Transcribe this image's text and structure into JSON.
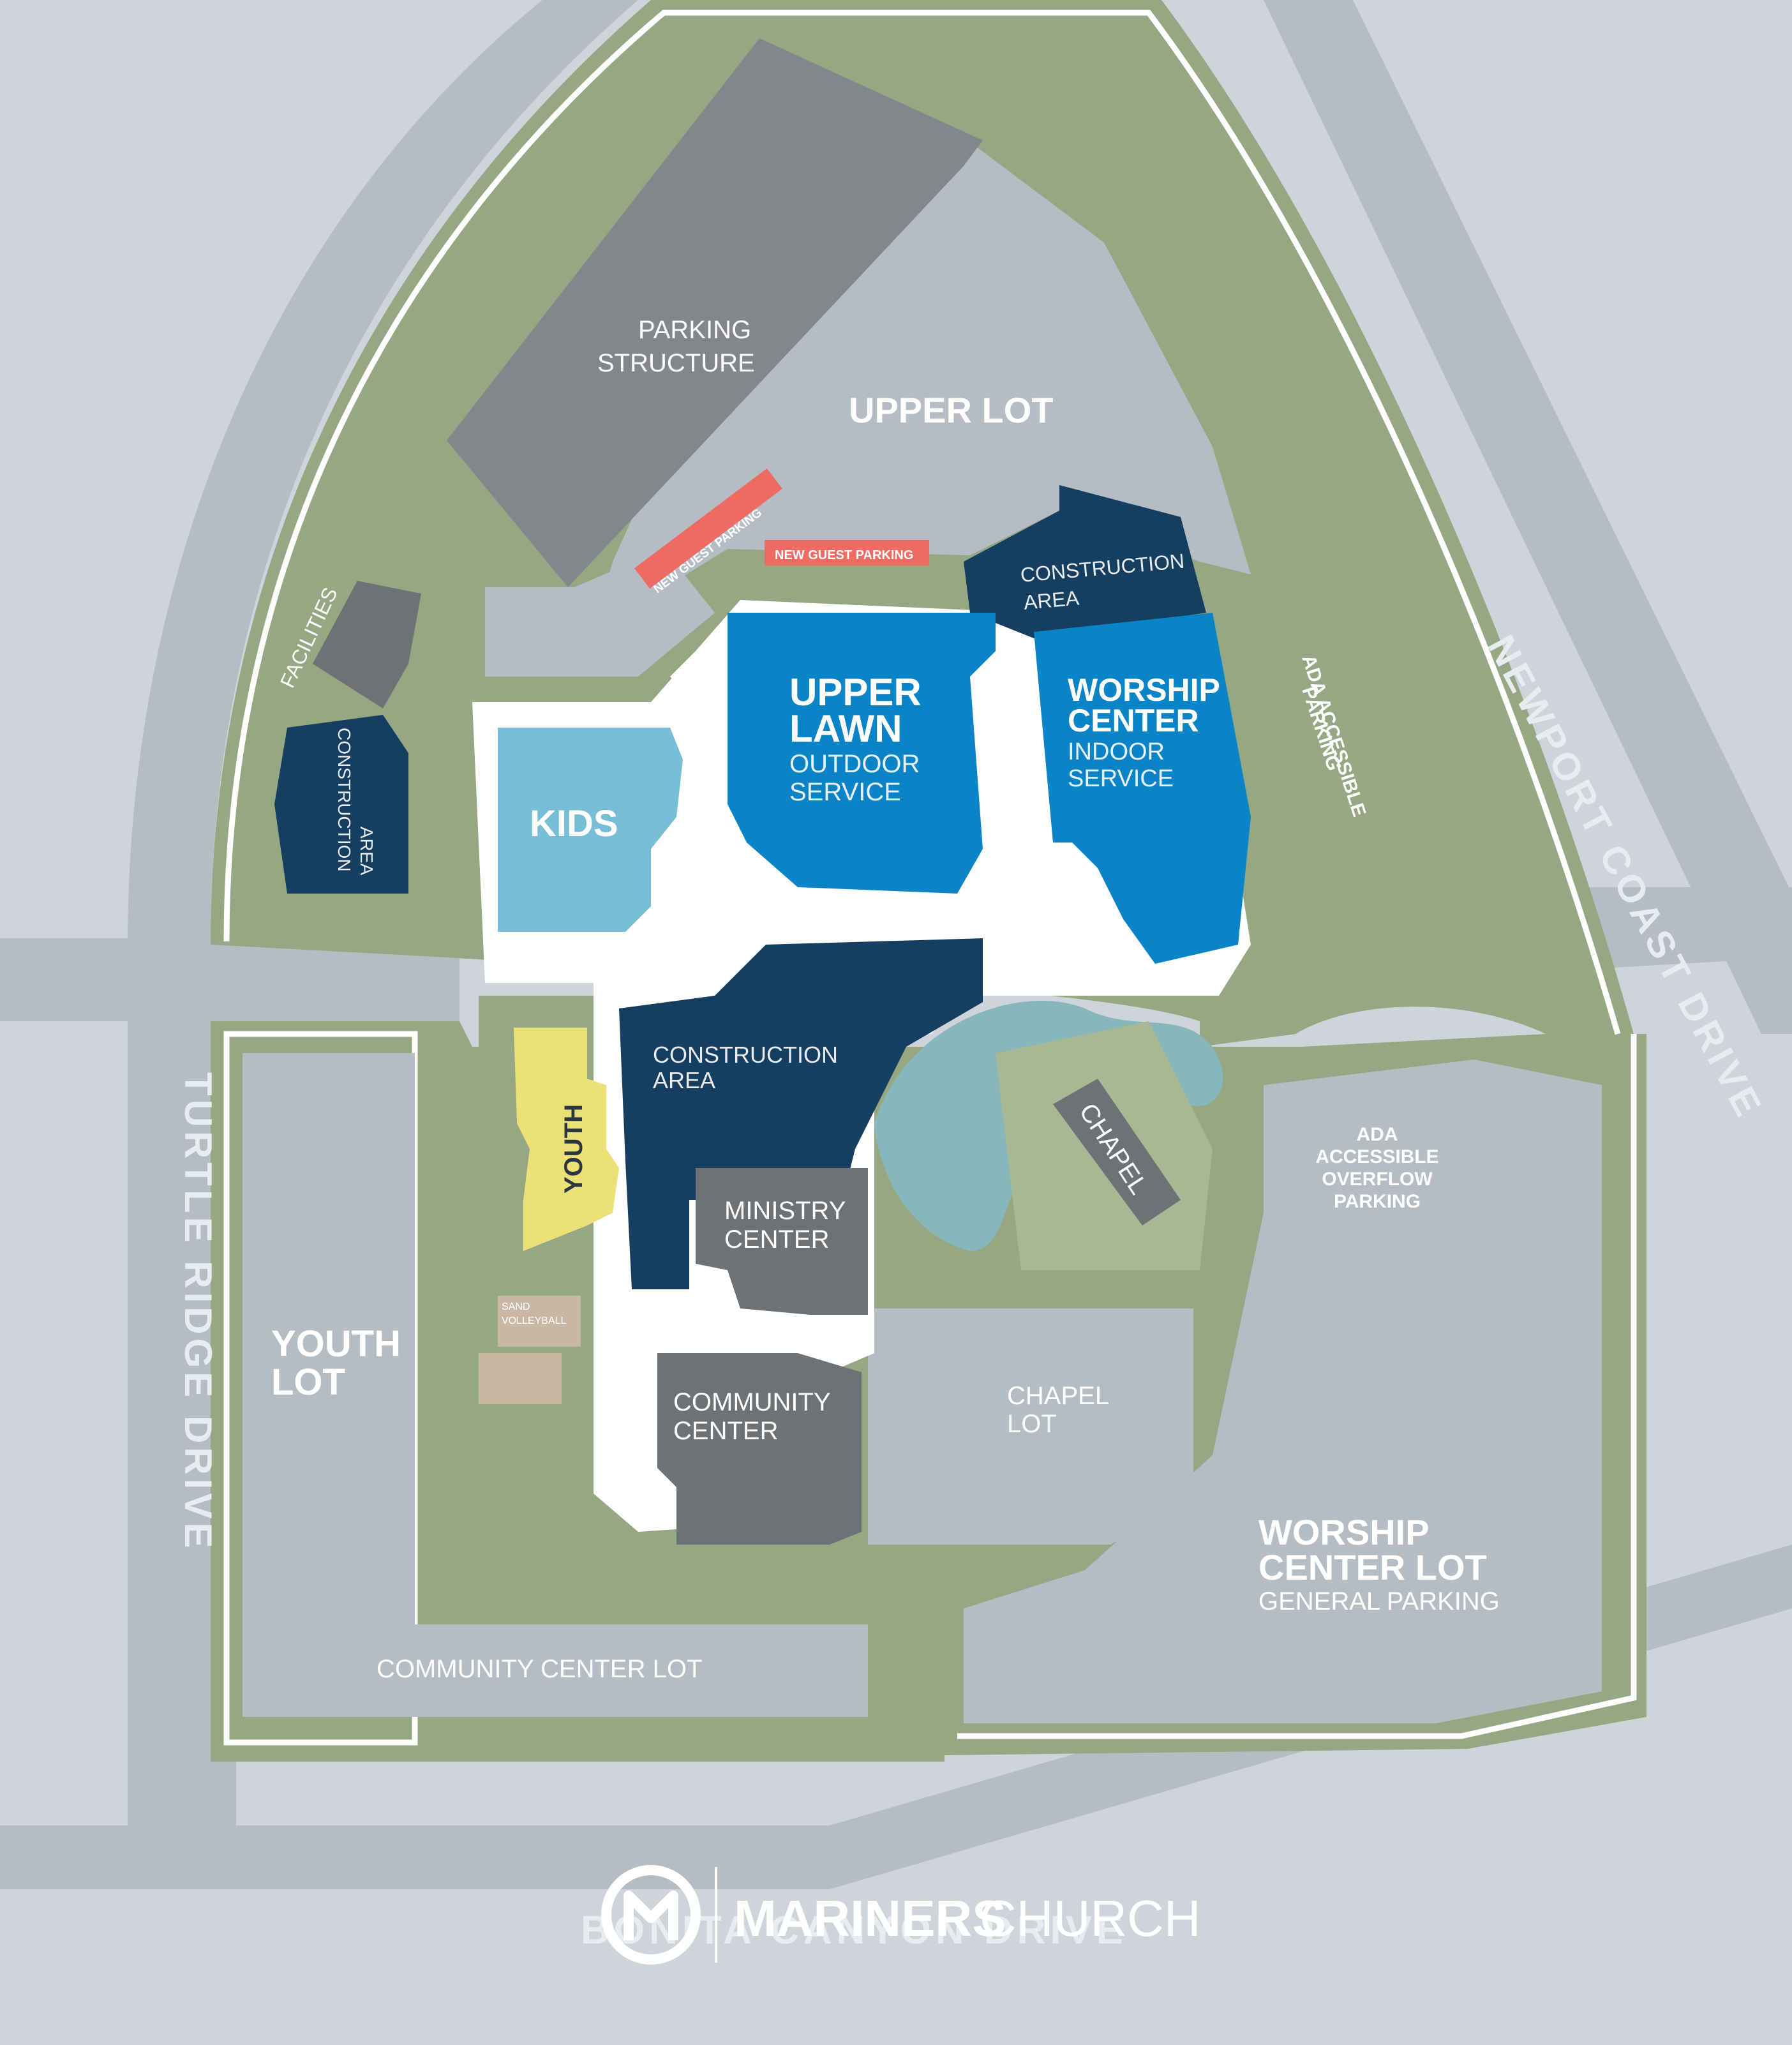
{
  "colors": {
    "background": "#cfd4db",
    "road": "#b6bcc4",
    "green": "#95a783",
    "lot": "#b6bcc4",
    "walkway": "#ffffff",
    "parking_structure": "#83878b",
    "construction": "#163e60",
    "worship_blue": "#0b83c7",
    "kids": "#76bdd6",
    "youth": "#ece177",
    "gray_building": "#6e7275",
    "guest_parking": "#ee6b64",
    "pond": "#87b7bb",
    "sand": "#c8b8a3",
    "road_label": "#e8ebef"
  },
  "roads": {
    "newport": "NEWPORT COAST DRIVE",
    "turtle": "TURTLE RIDGE DRIVE",
    "bonita": "BONITA CANYON DRIVE"
  },
  "areas": {
    "parking_structure": [
      "PARKING",
      "STRUCTURE"
    ],
    "upper_lot": "UPPER LOT",
    "guest_parking_1": "NEW GUEST PARKING",
    "guest_parking_2": "NEW GUEST PARKING",
    "construction_top": [
      "CONSTRUCTION",
      "AREA"
    ],
    "construction_left": [
      "CONSTRUCTION",
      "AREA"
    ],
    "construction_center": [
      "CONSTRUCTION",
      "AREA"
    ],
    "facilities": "FACILITIES",
    "upper_lawn": {
      "title": [
        "UPPER",
        "LAWN"
      ],
      "sub": [
        "OUTDOOR",
        "SERVICE"
      ]
    },
    "worship_center": {
      "title": [
        "WORSHIP",
        "CENTER"
      ],
      "sub": [
        "INDOOR",
        "SERVICE"
      ]
    },
    "ada_parking": [
      "ADA ACCESSIBLE",
      "PARKING"
    ],
    "kids": "KIDS",
    "youth": "YOUTH",
    "ministry_center": [
      "MINISTRY",
      "CENTER"
    ],
    "chapel": "CHAPEL",
    "ada_overflow": [
      "ADA",
      "ACCESSIBLE",
      "OVERFLOW",
      "PARKING"
    ],
    "sand_volleyball": [
      "SAND",
      "VOLLEYBALL"
    ],
    "youth_lot": [
      "YOUTH",
      "LOT"
    ],
    "community_center": [
      "COMMUNITY",
      "CENTER"
    ],
    "chapel_lot": [
      "CHAPEL",
      "LOT"
    ],
    "worship_center_lot": {
      "title": [
        "WORSHIP",
        "CENTER LOT"
      ],
      "sub": "GENERAL PARKING"
    },
    "community_center_lot": "COMMUNITY CENTER LOT"
  },
  "logo": {
    "bold": "MARINERS",
    "light": "CHURCH",
    "icon": "mariners-m-logo-icon"
  }
}
